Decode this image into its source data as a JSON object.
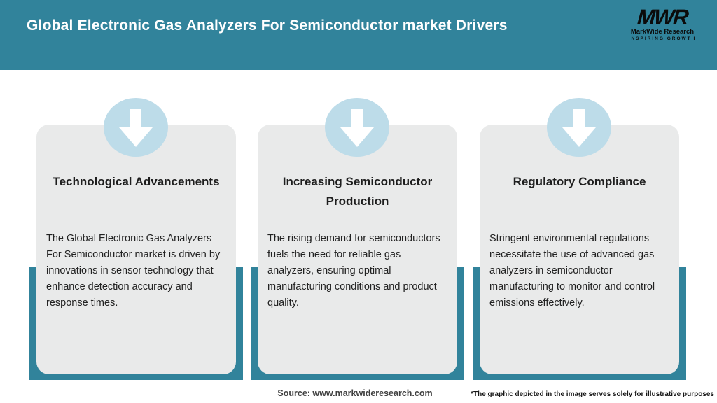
{
  "header": {
    "title": "Global Electronic Gas Analyzers For Semiconductor market Drivers",
    "logo": {
      "acronym": "MWR",
      "name": "MarkWide Research",
      "tagline": "INSPIRING GROWTH"
    }
  },
  "cards": [
    {
      "heading": "Technological Advancements",
      "body": "The Global Electronic Gas Analyzers For Semiconductor market is driven by innovations in sensor technology that enhance detection accuracy and response times."
    },
    {
      "heading": "Increasing Semiconductor Production",
      "body": "The rising demand for semiconductors fuels the need for reliable gas analyzers, ensuring optimal manufacturing conditions and product quality."
    },
    {
      "heading": "Regulatory Compliance",
      "body": "Stringent environmental regulations necessitate the use of advanced gas analyzers in semiconductor manufacturing to monitor and control emissions effectively."
    }
  ],
  "footer": {
    "source": "Source: www.markwideresearch.com",
    "disclaimer": "*The graphic depicted in the image serves solely for illustrative purposes"
  },
  "colors": {
    "header_teal": "#31839B",
    "card_gray": "#E9EAEA",
    "circle_blue": "#BDDCE9",
    "arrow_white": "#FFFFFF",
    "text_dark": "#1E1E1E",
    "footer_gray": "#404040"
  }
}
